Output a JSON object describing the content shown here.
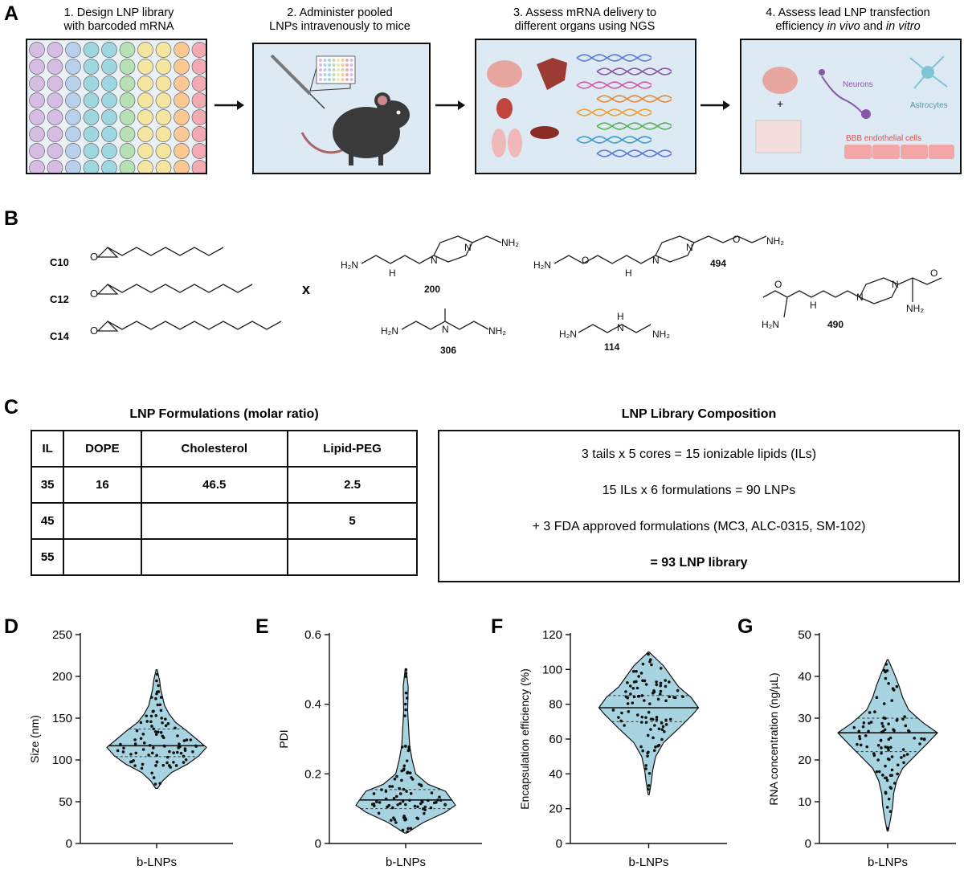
{
  "panels": {
    "A": "A",
    "B": "B",
    "C": "C",
    "D": "D",
    "E": "E",
    "F": "F",
    "G": "G"
  },
  "steps": [
    {
      "line1": "1. Design LNP library",
      "line2": "with barcoded mRNA"
    },
    {
      "line1": "2. Administer pooled",
      "line2": "LNPs intravenously to mice"
    },
    {
      "line1": "3. Assess mRNA delivery to",
      "line2": "different organs using NGS"
    },
    {
      "line1": "4. Assess lead LNP transfection",
      "line2_pre": "efficiency ",
      "line2_it1": "in vivo",
      "line2_mid": " and ",
      "line2_it2": "in vitro"
    }
  ],
  "step4_labels": {
    "neurons": "Neurons",
    "astrocytes": "Astrocytes",
    "bbb": "BBB endothelial cells",
    "plus": "+"
  },
  "tails": [
    "C10",
    "C12",
    "C14"
  ],
  "times": "x",
  "cores": [
    "200",
    "494",
    "306",
    "114",
    "490"
  ],
  "formulations": {
    "title": "LNP Formulations (molar ratio)",
    "headers": [
      "IL",
      "DOPE",
      "Cholesterol",
      "Lipid-PEG"
    ],
    "rows": [
      [
        "35",
        "16",
        "46.5",
        "2.5"
      ],
      [
        "45",
        "",
        "",
        "5"
      ],
      [
        "55",
        "",
        "",
        ""
      ]
    ]
  },
  "composition": {
    "title": "LNP Library Composition",
    "lines": [
      "3 tails x 5 cores = 15 ionizable lipids (ILs)",
      "15 ILs x 6 formulations = 90 LNPs",
      "+ 3 FDA approved formulations (MC3, ALC-0315, SM-102)"
    ],
    "total": "= 93 LNP library"
  },
  "chart_data": [
    {
      "type": "violin",
      "panel": "D",
      "ylabel": "Size (nm)",
      "xlabel": "b-LNPs",
      "ylim": [
        0,
        250
      ],
      "yticks": [
        0,
        50,
        100,
        150,
        200,
        250
      ],
      "median": 117,
      "q1": 104,
      "q3": 137,
      "min": 66,
      "max": 208,
      "profile": [
        [
          66,
          0.02
        ],
        [
          75,
          0.12
        ],
        [
          85,
          0.3
        ],
        [
          95,
          0.62
        ],
        [
          105,
          0.85
        ],
        [
          115,
          1.0
        ],
        [
          125,
          0.8
        ],
        [
          135,
          0.6
        ],
        [
          145,
          0.38
        ],
        [
          155,
          0.25
        ],
        [
          165,
          0.16
        ],
        [
          175,
          0.12
        ],
        [
          185,
          0.08
        ],
        [
          195,
          0.06
        ],
        [
          208,
          0.01
        ]
      ]
    },
    {
      "type": "violin",
      "panel": "E",
      "ylabel": "PDI",
      "xlabel": "b-LNPs",
      "ylim": [
        0,
        0.6
      ],
      "yticks": [
        0,
        0.2,
        0.4,
        0.6
      ],
      "median": 0.125,
      "q1": 0.1,
      "q3": 0.155,
      "min": 0.03,
      "max": 0.5,
      "profile": [
        [
          0.03,
          0.02
        ],
        [
          0.06,
          0.35
        ],
        [
          0.09,
          0.8
        ],
        [
          0.11,
          1.0
        ],
        [
          0.13,
          0.9
        ],
        [
          0.15,
          0.8
        ],
        [
          0.17,
          0.45
        ],
        [
          0.2,
          0.2
        ],
        [
          0.24,
          0.13
        ],
        [
          0.28,
          0.08
        ],
        [
          0.33,
          0.06
        ],
        [
          0.38,
          0.04
        ],
        [
          0.45,
          0.05
        ],
        [
          0.5,
          0.01
        ]
      ]
    },
    {
      "type": "violin",
      "panel": "F",
      "ylabel": "Encapsulation efficiency (%)",
      "xlabel": "b-LNPs",
      "ylim": [
        0,
        120
      ],
      "yticks": [
        0,
        20,
        40,
        60,
        80,
        100,
        120
      ],
      "median": 78,
      "q1": 70,
      "q3": 85,
      "min": 28,
      "max": 110,
      "profile": [
        [
          28,
          0.01
        ],
        [
          35,
          0.05
        ],
        [
          42,
          0.08
        ],
        [
          50,
          0.14
        ],
        [
          58,
          0.3
        ],
        [
          66,
          0.6
        ],
        [
          74,
          0.88
        ],
        [
          78,
          1.0
        ],
        [
          84,
          0.85
        ],
        [
          90,
          0.6
        ],
        [
          96,
          0.45
        ],
        [
          102,
          0.3
        ],
        [
          110,
          0.01
        ]
      ]
    },
    {
      "type": "violin",
      "panel": "G",
      "ylabel": "RNA concentration (ng/µL)",
      "xlabel": "b-LNPs",
      "ylim": [
        0,
        50
      ],
      "yticks": [
        0,
        10,
        20,
        30,
        40,
        50
      ],
      "median": 26.5,
      "q1": 22,
      "q3": 30,
      "min": 3,
      "max": 44,
      "profile": [
        [
          3,
          0.01
        ],
        [
          6,
          0.06
        ],
        [
          9,
          0.1
        ],
        [
          12,
          0.12
        ],
        [
          15,
          0.18
        ],
        [
          18,
          0.3
        ],
        [
          21,
          0.55
        ],
        [
          24,
          0.8
        ],
        [
          26.5,
          1.0
        ],
        [
          29,
          0.7
        ],
        [
          32,
          0.42
        ],
        [
          35,
          0.3
        ],
        [
          38,
          0.22
        ],
        [
          41,
          0.12
        ],
        [
          44,
          0.01
        ]
      ]
    }
  ],
  "colors": {
    "violin_fill": "#a8d4e2",
    "box_fill": "#dde9f3",
    "dots": [
      "#d7bde4",
      "#b9d0ec",
      "#9fd7e0",
      "#b7e0b5",
      "#f4e6a1",
      "#f9c893",
      "#f4aab3"
    ]
  }
}
